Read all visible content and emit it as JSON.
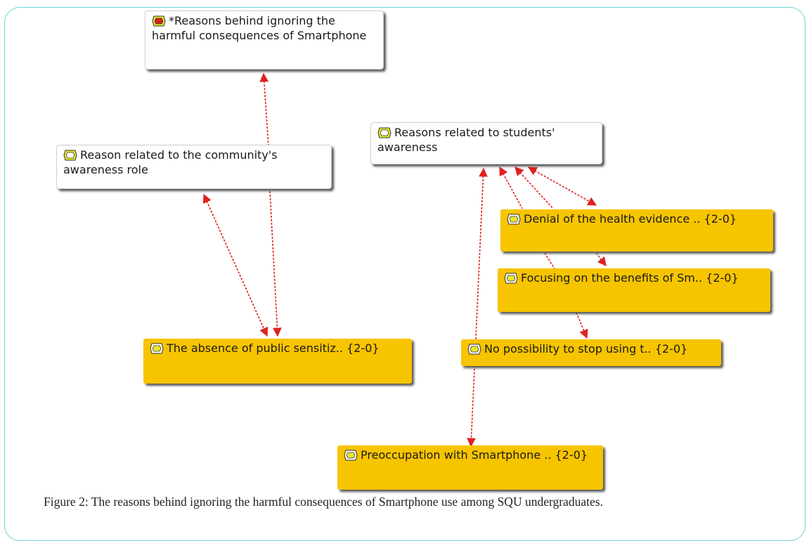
{
  "diagram": {
    "nodes": {
      "root": {
        "label": "*Reasons behind ignoring the harmful consequences of Smartphone",
        "icon": "code-family-icon"
      },
      "community": {
        "label": "Reason related to the community's awareness role",
        "icon": "code-icon"
      },
      "students": {
        "label": "Reasons related to students' awareness",
        "icon": "code-icon"
      },
      "denial": {
        "label": "Denial of the health evidence .. {2-0}",
        "icon": "quotation-icon"
      },
      "focusing": {
        "label": "Focusing on the benefits of Sm.. {2-0}",
        "icon": "quotation-icon"
      },
      "no_possibility": {
        "label": "No possibility to stop using t.. {2-0}",
        "icon": "quotation-icon"
      },
      "absence": {
        "label": "The absence of public sensitiz.. {2-0}",
        "icon": "quotation-icon"
      },
      "preoccupation": {
        "label": "Preoccupation with Smartphone .. {2-0}",
        "icon": "quotation-icon"
      }
    },
    "edges": [
      [
        "community",
        "root"
      ],
      [
        "community",
        "absence"
      ],
      [
        "community",
        "absence"
      ],
      [
        "students",
        "preoccupation"
      ],
      [
        "students",
        "denial"
      ],
      [
        "students",
        "denial"
      ],
      [
        "students",
        "focusing"
      ],
      [
        "denial",
        "focusing"
      ],
      [
        "focusing",
        "no_possibility"
      ]
    ],
    "colors": {
      "edge": "#e02020",
      "quote_fill": "#f7c400",
      "code_fill": "#ffffff",
      "frame": "#6fd3d0"
    }
  },
  "caption": "Figure 2: The reasons behind ignoring the harmful consequences of Smartphone use among SQU undergraduates."
}
